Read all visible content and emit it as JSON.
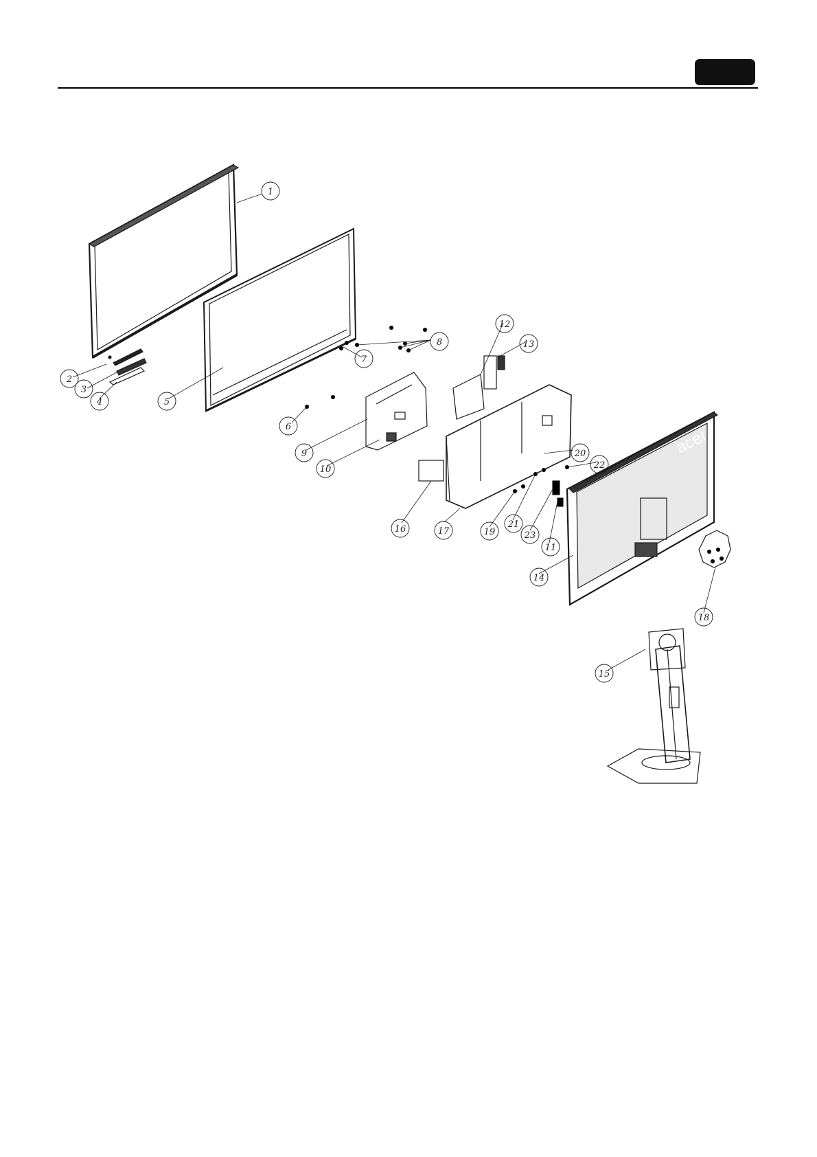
{
  "brand": {
    "logo_text": "acer"
  },
  "colors": {
    "ink": "#1a1a1a",
    "background": "#ffffff",
    "tab": "#111111"
  },
  "callouts": [
    {
      "id": "c1",
      "label": "1"
    },
    {
      "id": "c2",
      "label": "2"
    },
    {
      "id": "c3",
      "label": "3"
    },
    {
      "id": "c4",
      "label": "4"
    },
    {
      "id": "c5",
      "label": "5"
    },
    {
      "id": "c6",
      "label": "6"
    },
    {
      "id": "c7",
      "label": "7"
    },
    {
      "id": "c8",
      "label": "8"
    },
    {
      "id": "c9",
      "label": "9"
    },
    {
      "id": "c10",
      "label": "10"
    },
    {
      "id": "c12",
      "label": "12"
    },
    {
      "id": "c13",
      "label": "13"
    },
    {
      "id": "c20",
      "label": "20"
    },
    {
      "id": "c22",
      "label": "22"
    },
    {
      "id": "c16a",
      "label": "16"
    },
    {
      "id": "c17",
      "label": "17"
    },
    {
      "id": "c19",
      "label": "19"
    },
    {
      "id": "c21",
      "label": "21"
    },
    {
      "id": "c23",
      "label": "23"
    },
    {
      "id": "c11",
      "label": "11"
    },
    {
      "id": "c14",
      "label": "14"
    },
    {
      "id": "c18",
      "label": "18"
    },
    {
      "id": "c15",
      "label": "15"
    }
  ]
}
